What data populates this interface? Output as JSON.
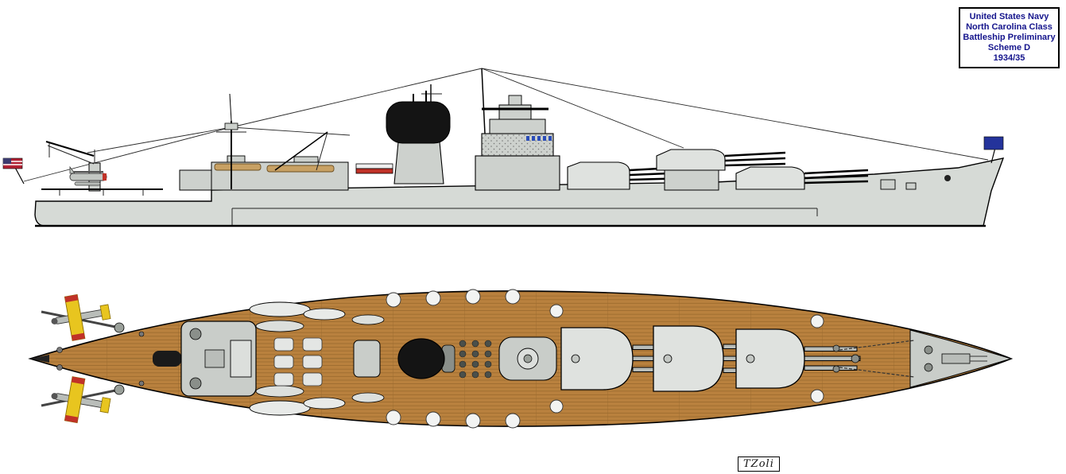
{
  "title_box": {
    "lines": [
      "United States Navy",
      "North Carolina Class",
      "Battleship Preliminary",
      "Scheme D",
      "1934/35"
    ]
  },
  "signature": "TZoli",
  "colors": {
    "hull": "#d6dad6",
    "superstructure": "#cdd1cd",
    "steel_deck": "#c9cdc9",
    "deck_wood": "#b9813e",
    "plank_line": "#9a6a2e",
    "funnel": "#141414",
    "turret": "#dfe2df",
    "boat_tan": "#c8a164",
    "plane_yellow": "#e8c51f",
    "accent_red": "#c03228",
    "flag_blue": "#24339b",
    "us_flag_red": "#b22234",
    "us_flag_blue": "#3c3b6e",
    "window_blue": "#2b4db8",
    "outline": "#000000",
    "title_text": "#14148c"
  }
}
